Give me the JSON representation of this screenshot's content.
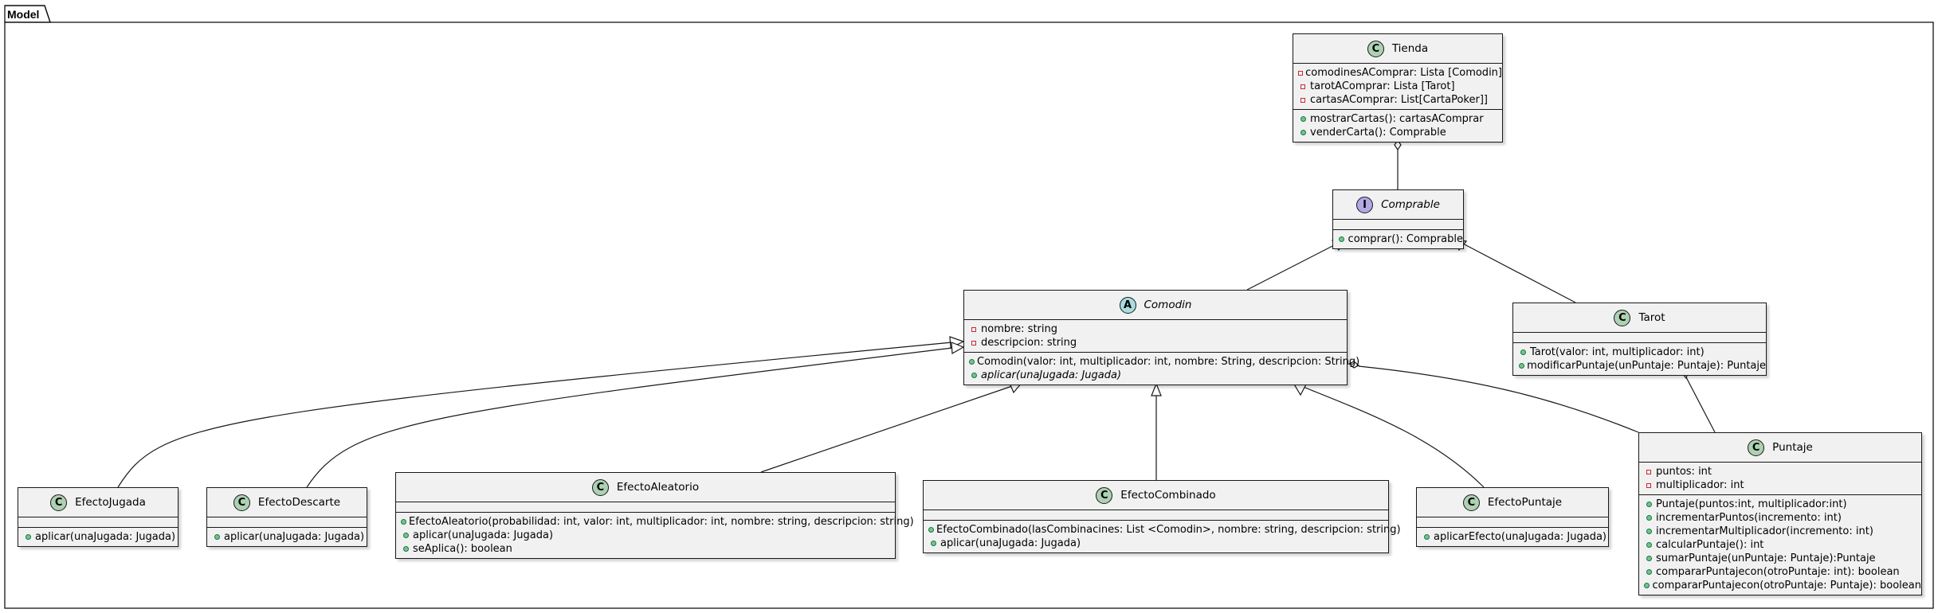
{
  "package": {
    "name": "Model"
  },
  "classes": {
    "tienda": {
      "name": "Tienda",
      "stereotype": "C",
      "attributes": [
        "comodinesAComprar: Lista [Comodin]",
        "tarotAComprar: Lista [Tarot]",
        "cartasAComprar: List[CartaPoker]]"
      ],
      "methods": [
        "mostrarCartas(): cartasAComprar",
        "venderCarta(): Comprable"
      ]
    },
    "comprable": {
      "name": "Comprable",
      "stereotype": "I",
      "attributes": [],
      "methods": [
        "comprar(): Comprable"
      ]
    },
    "comodin": {
      "name": "Comodin",
      "stereotype": "A",
      "attributes": [
        "nombre: string",
        "descripcion: string"
      ],
      "methods": [
        "Comodin(valor: int, multiplicador: int, nombre: String, descripcion: String)",
        "aplicar(unaJugada: Jugada)"
      ]
    },
    "tarot": {
      "name": "Tarot",
      "stereotype": "C",
      "attributes": [],
      "methods": [
        "Tarot(valor: int, multiplicador: int)",
        "modificarPuntaje(unPuntaje: Puntaje): Puntaje"
      ]
    },
    "puntaje": {
      "name": "Puntaje",
      "stereotype": "C",
      "attributes": [
        "puntos: int",
        "multiplicador: int"
      ],
      "methods": [
        "Puntaje(puntos:int, multiplicador:int)",
        "incrementarPuntos(incremento: int)",
        "incrementarMultiplicador(incremento: int)",
        "calcularPuntaje(): int",
        "sumarPuntaje(unPuntaje: Puntaje):Puntaje",
        "compararPuntajecon(otroPuntaje: int): boolean",
        "compararPuntajecon(otroPuntaje: Puntaje): boolean"
      ]
    },
    "efectoJugada": {
      "name": "EfectoJugada",
      "stereotype": "C",
      "attributes": [],
      "methods": [
        "aplicar(unaJugada: Jugada)"
      ]
    },
    "efectoDescarte": {
      "name": "EfectoDescarte",
      "stereotype": "C",
      "attributes": [],
      "methods": [
        "aplicar(unaJugada: Jugada)"
      ]
    },
    "efectoAleatorio": {
      "name": "EfectoAleatorio",
      "stereotype": "C",
      "attributes": [],
      "methods": [
        "EfectoAleatorio(probabilidad: int, valor: int, multiplicador: int, nombre: string, descripcion: string)",
        "aplicar(unaJugada: Jugada)",
        "seAplica(): boolean"
      ]
    },
    "efectoCombinado": {
      "name": "EfectoCombinado",
      "stereotype": "C",
      "attributes": [],
      "methods": [
        "EfectoCombinado(lasCombinacines: List <Comodin>, nombre: string, descripcion: string)",
        "aplicar(unaJugada: Jugada)"
      ]
    },
    "efectoPuntaje": {
      "name": "EfectoPuntaje",
      "stereotype": "C",
      "attributes": [],
      "methods": [
        "aplicarEfecto(unaJugada: Jugada)"
      ]
    }
  },
  "relations": [
    {
      "from": "tienda",
      "to": "comprable",
      "kind": "aggregation"
    },
    {
      "from": "comodin",
      "to": "comprable",
      "kind": "realization"
    },
    {
      "from": "tarot",
      "to": "comprable",
      "kind": "realization"
    },
    {
      "from": "efectoJugada",
      "to": "comodin",
      "kind": "inheritance"
    },
    {
      "from": "efectoDescarte",
      "to": "comodin",
      "kind": "inheritance"
    },
    {
      "from": "efectoAleatorio",
      "to": "comodin",
      "kind": "inheritance"
    },
    {
      "from": "efectoCombinado",
      "to": "comodin",
      "kind": "inheritance"
    },
    {
      "from": "efectoPuntaje",
      "to": "comodin",
      "kind": "inheritance"
    },
    {
      "from": "comodin",
      "to": "puntaje",
      "kind": "aggregation"
    },
    {
      "from": "tarot",
      "to": "puntaje",
      "kind": "aggregation"
    }
  ]
}
